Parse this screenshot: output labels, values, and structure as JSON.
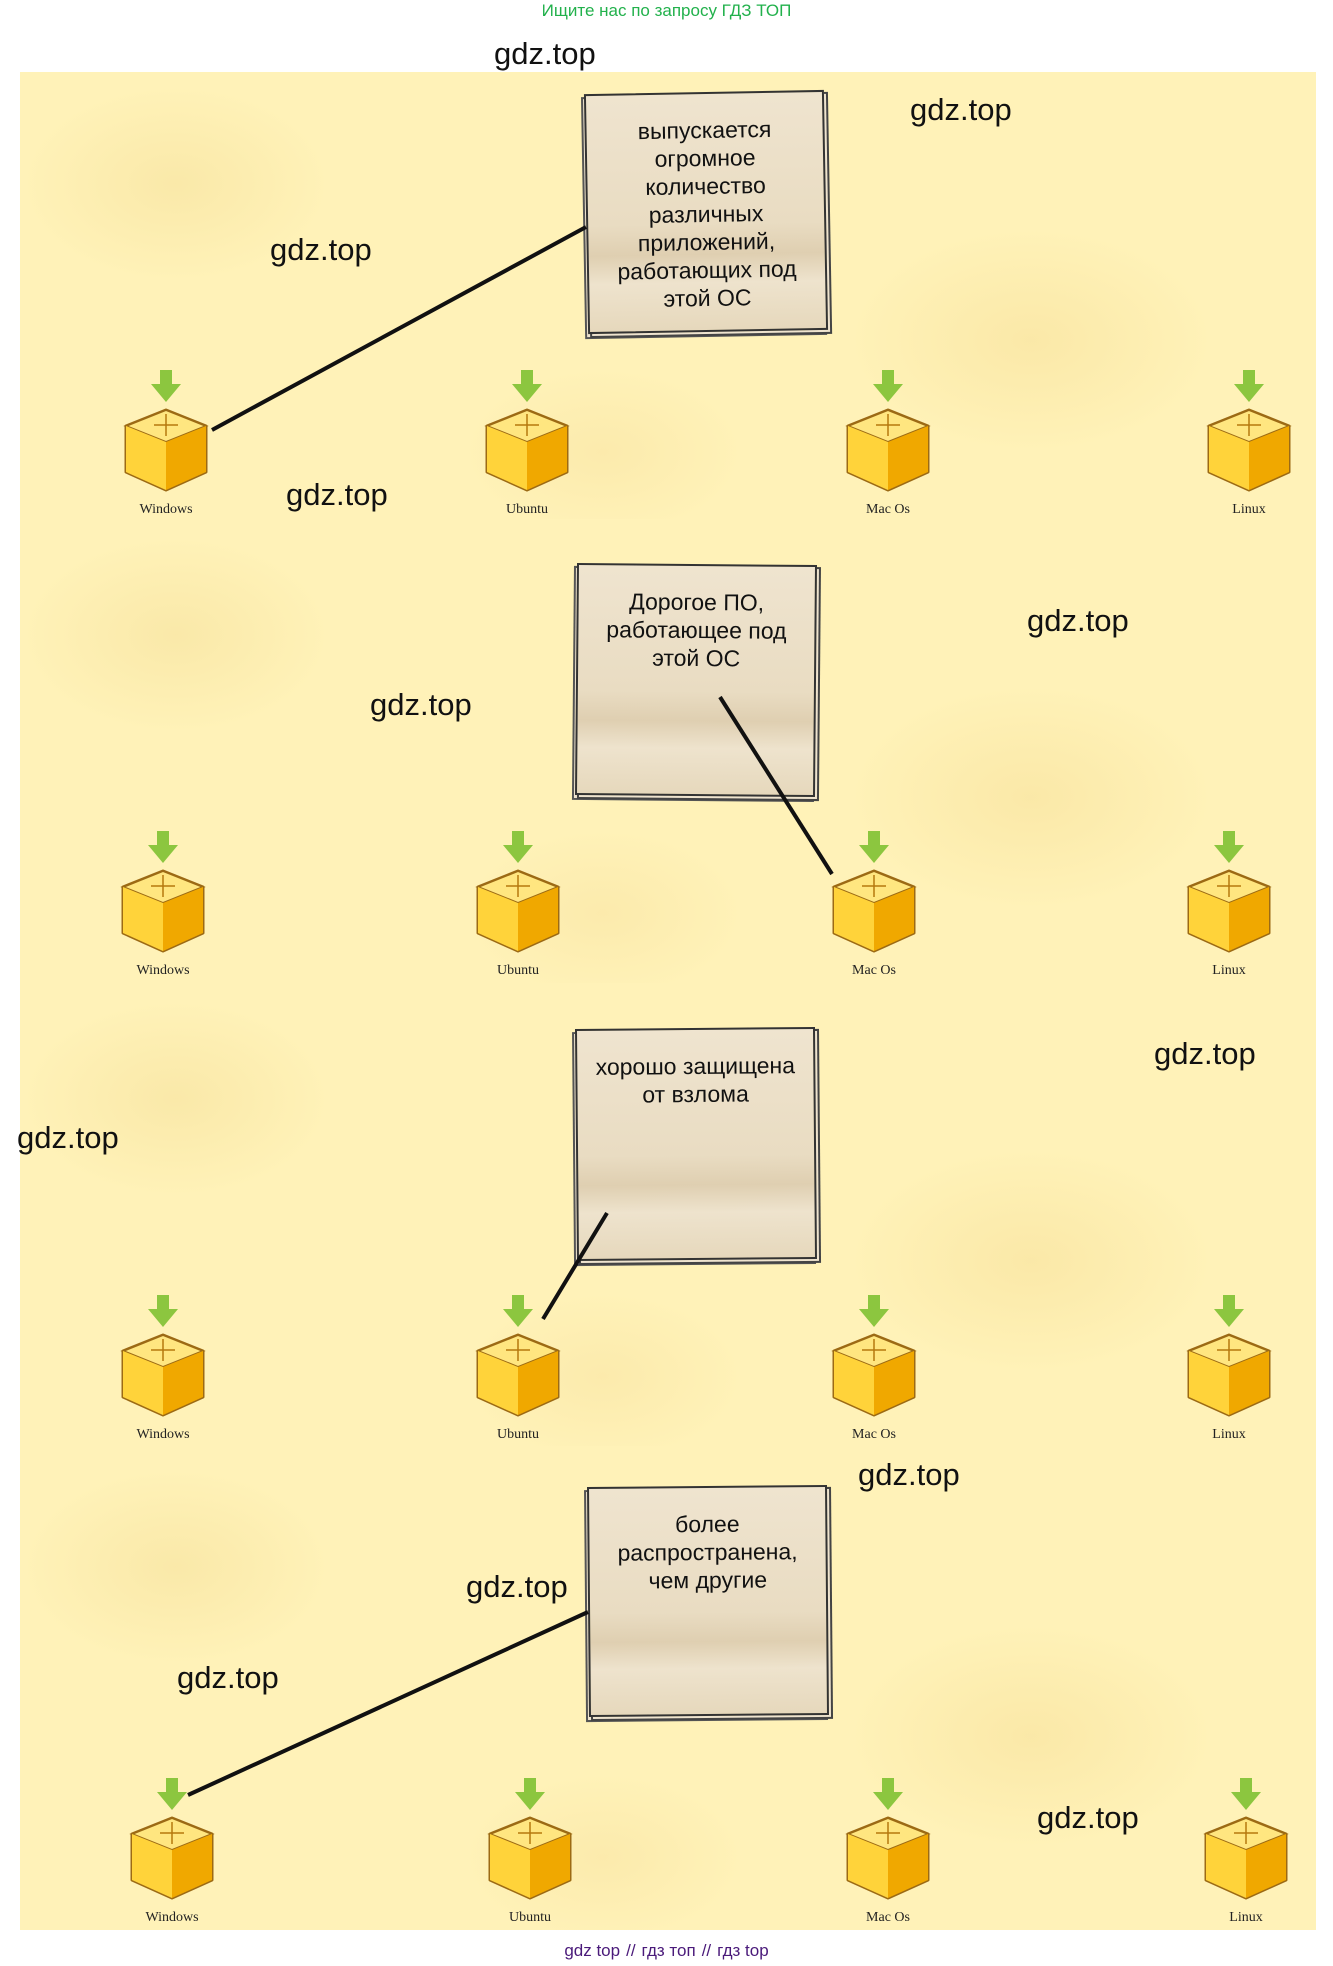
{
  "banner": "Ищите нас по запросу ГДЗ ТОП",
  "footer": [
    "gdz top",
    "гдз топ",
    "гдз top"
  ],
  "footer_sep": "//",
  "watermark": "gdz.top",
  "os_labels": [
    "Windows",
    "Ubuntu",
    "Mac Os",
    "Linux"
  ],
  "notes": [
    "выпускается огромное количество различных приложений, работающих под этой ОС",
    "Дорогое ПО, работающее под этой ОС",
    "хорошо защищена от взлома",
    "более распространена, чем другие"
  ],
  "colors": {
    "panel": "#fff2b8",
    "banner": "#22b14c",
    "arrow": "#8cc63f",
    "box": "#f7c520"
  },
  "icons": {
    "package": "package-box-icon",
    "arrow": "download-arrow-icon"
  }
}
